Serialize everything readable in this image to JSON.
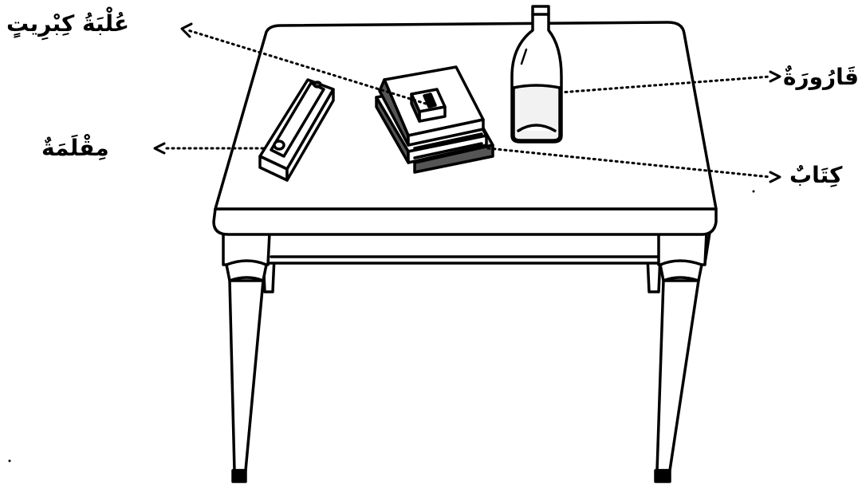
{
  "labels": {
    "matchbox": "عُلْبَةُ كِبْرِيتٍ",
    "pencil_case": "مِقْلَمَةٌ",
    "bottle": "قَارُورَةٌ",
    "book": "كِتَابٌ"
  },
  "colors": {
    "ink": "#000000",
    "paper": "#ffffff",
    "shade": "#d8d8d8",
    "dark_shade": "#555555"
  }
}
